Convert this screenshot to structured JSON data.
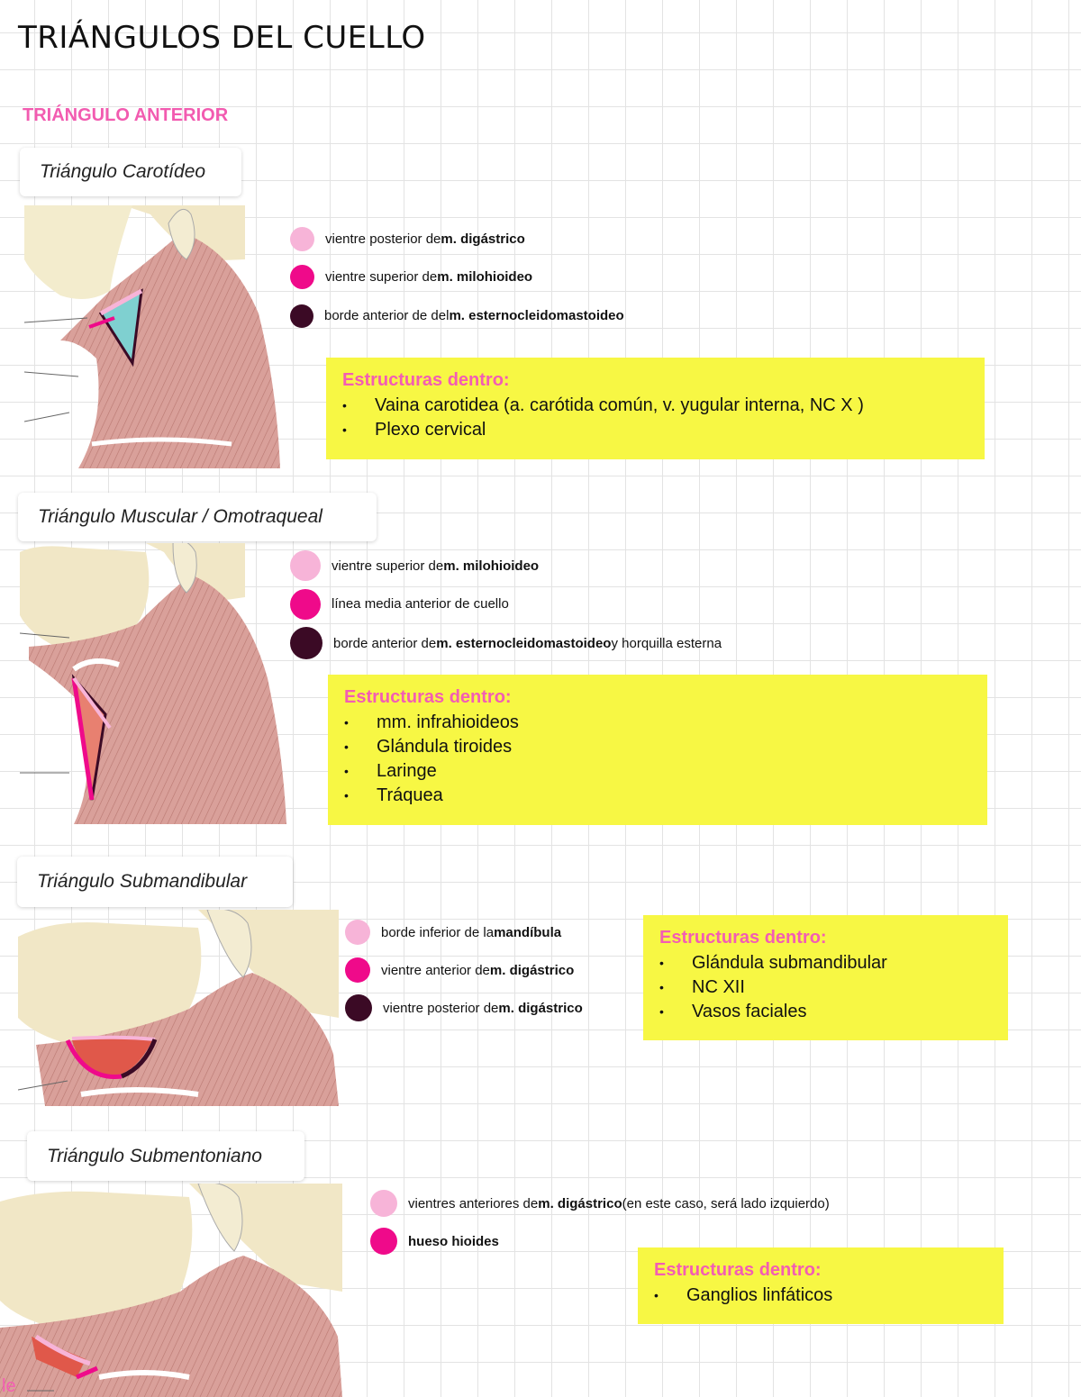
{
  "page": {
    "title": "TRIÁNGULOS DEL CUELLO",
    "section": "TRIÁNGULO ANTERIOR"
  },
  "colors": {
    "light_pink": "#f7b4d8",
    "magenta": "#ef0a8a",
    "dark_purple": "#3b0a25",
    "highlight_yellow": "#f7f744",
    "heading_pink": "#f35db3"
  },
  "triangles": [
    {
      "name": "Triángulo Carotídeo",
      "legend": [
        {
          "pre": "vientre posterior de ",
          "bold": "m. digástrico",
          "post": ""
        },
        {
          "pre": "vientre superior de ",
          "bold": "m. milohioideo",
          "post": ""
        },
        {
          "pre": "borde anterior de del ",
          "bold": "m. esternocleidomastoideo",
          "post": ""
        }
      ],
      "heading": "Estructuras dentro:",
      "items": [
        "Vaina carotidea (a. carótida común, v. yugular interna, NC X )",
        "Plexo cervical"
      ]
    },
    {
      "name": "Triángulo Muscular / Omotraqueal",
      "legend": [
        {
          "pre": "vientre superior de ",
          "bold": "m. milohioideo",
          "post": ""
        },
        {
          "pre": "línea media anterior de cuello",
          "bold": "",
          "post": ""
        },
        {
          "pre": "borde anterior de ",
          "bold": "m. esternocleidomastoideo",
          "post": " y horquilla esterna"
        }
      ],
      "heading": "Estructuras dentro:",
      "items": [
        "mm. infrahioideos",
        "Glándula tiroides",
        "Laringe",
        "Tráquea"
      ]
    },
    {
      "name": "Triángulo Submandibular",
      "legend": [
        {
          "pre": "borde inferior de la ",
          "bold": "mandíbula",
          "post": ""
        },
        {
          "pre": "vientre anterior de ",
          "bold": "m. digástrico",
          "post": ""
        },
        {
          "pre": "vientre posterior de ",
          "bold": "m. digástrico",
          "post": ""
        }
      ],
      "heading": "Estructuras dentro:",
      "items": [
        "Glándula submandibular",
        "NC XII",
        "Vasos faciales"
      ]
    },
    {
      "name": "Triángulo Submentoniano",
      "legend": [
        {
          "pre": "vientres anteriores de ",
          "bold": "m. digástrico",
          "post": " (en este caso, será lado izquierdo)"
        },
        {
          "pre": "",
          "bold": "hueso hioides",
          "post": ""
        }
      ],
      "heading": "Estructuras dentro:",
      "items": [
        "Ganglios linfáticos"
      ]
    }
  ],
  "figure_label": "le"
}
